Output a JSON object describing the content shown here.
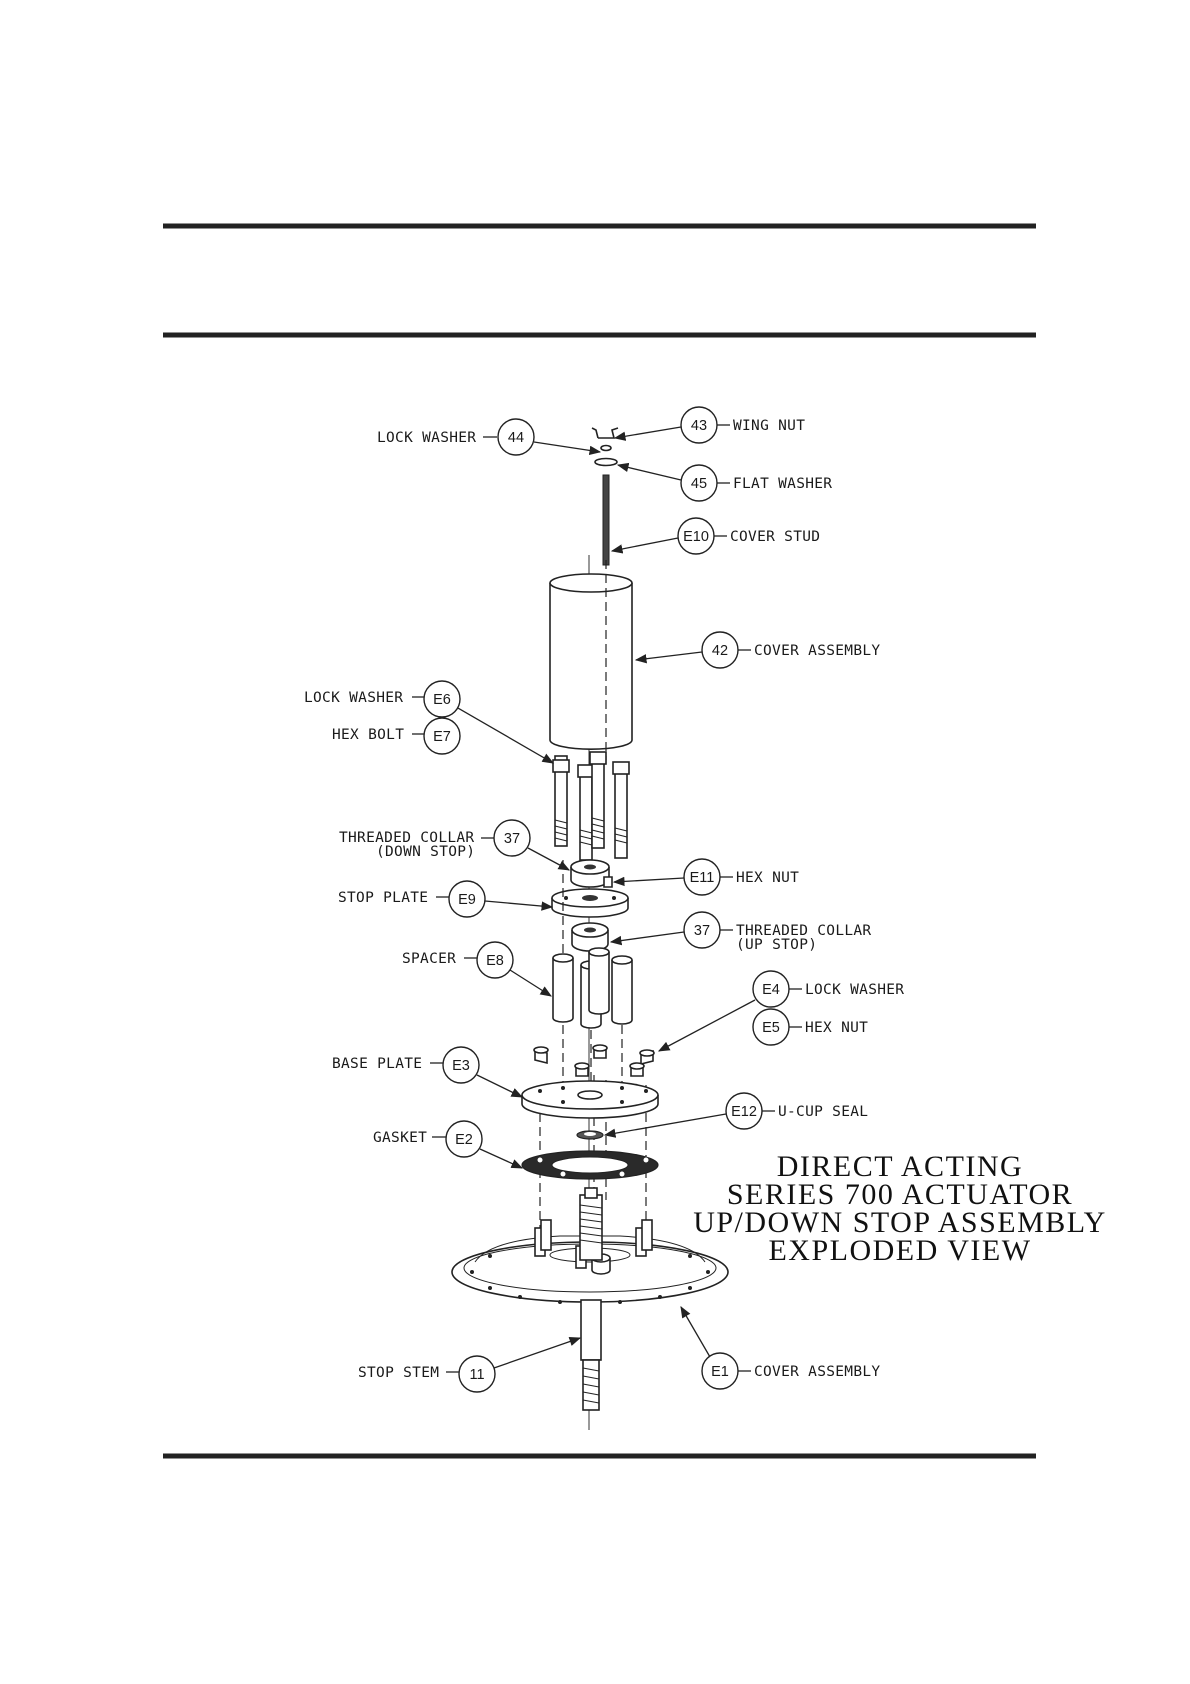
{
  "title": {
    "line1": "DIRECT ACTING",
    "line2": "SERIES 700 ACTUATOR",
    "line3": "UP/DOWN STOP ASSEMBLY",
    "line4": "EXPLODED VIEW"
  },
  "callouts": [
    {
      "id": "44",
      "label": "LOCK WASHER",
      "side": "left"
    },
    {
      "id": "43",
      "label": "WING NUT",
      "side": "right"
    },
    {
      "id": "45",
      "label": "FLAT WASHER",
      "side": "right"
    },
    {
      "id": "E10",
      "label": "COVER STUD",
      "side": "right"
    },
    {
      "id": "42",
      "label": "COVER ASSEMBLY",
      "side": "right"
    },
    {
      "id": "E6",
      "label": "LOCK WASHER",
      "side": "left"
    },
    {
      "id": "E7",
      "label": "HEX BOLT",
      "side": "left"
    },
    {
      "id": "37",
      "label": "THREADED COLLAR",
      "label2": "(DOWN STOP)",
      "side": "left"
    },
    {
      "id": "E11",
      "label": "HEX NUT",
      "side": "right"
    },
    {
      "id": "E9",
      "label": "STOP PLATE",
      "side": "left"
    },
    {
      "id": "37",
      "label": "THREADED COLLAR",
      "label2": "(UP STOP)",
      "side": "right"
    },
    {
      "id": "E8",
      "label": "SPACER",
      "side": "left"
    },
    {
      "id": "E4",
      "label": "LOCK WASHER",
      "side": "right"
    },
    {
      "id": "E5",
      "label": "HEX NUT",
      "side": "right"
    },
    {
      "id": "E3",
      "label": "BASE PLATE",
      "side": "left"
    },
    {
      "id": "E12",
      "label": "U-CUP SEAL",
      "side": "right"
    },
    {
      "id": "E2",
      "label": "GASKET",
      "side": "left"
    },
    {
      "id": "11",
      "label": "STOP STEM",
      "side": "left"
    },
    {
      "id": "E1",
      "label": "COVER ASSEMBLY",
      "side": "right"
    }
  ]
}
